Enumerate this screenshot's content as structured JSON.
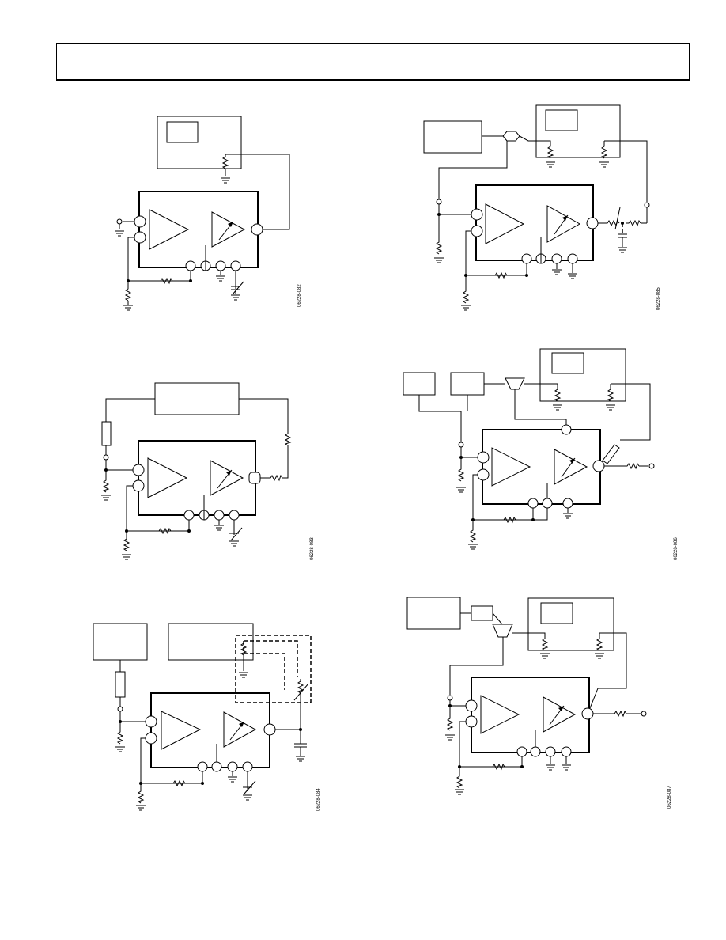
{
  "header": {
    "title": ""
  },
  "figures": [
    {
      "id": "fig-top-left",
      "code": "06228-082"
    },
    {
      "id": "fig-top-right",
      "code": "06228-085"
    },
    {
      "id": "fig-mid-left",
      "code": "06228-083"
    },
    {
      "id": "fig-mid-right",
      "code": "06228-086"
    },
    {
      "id": "fig-bottom-left",
      "code": "06228-084"
    },
    {
      "id": "fig-bottom-right",
      "code": "06228-087"
    }
  ]
}
